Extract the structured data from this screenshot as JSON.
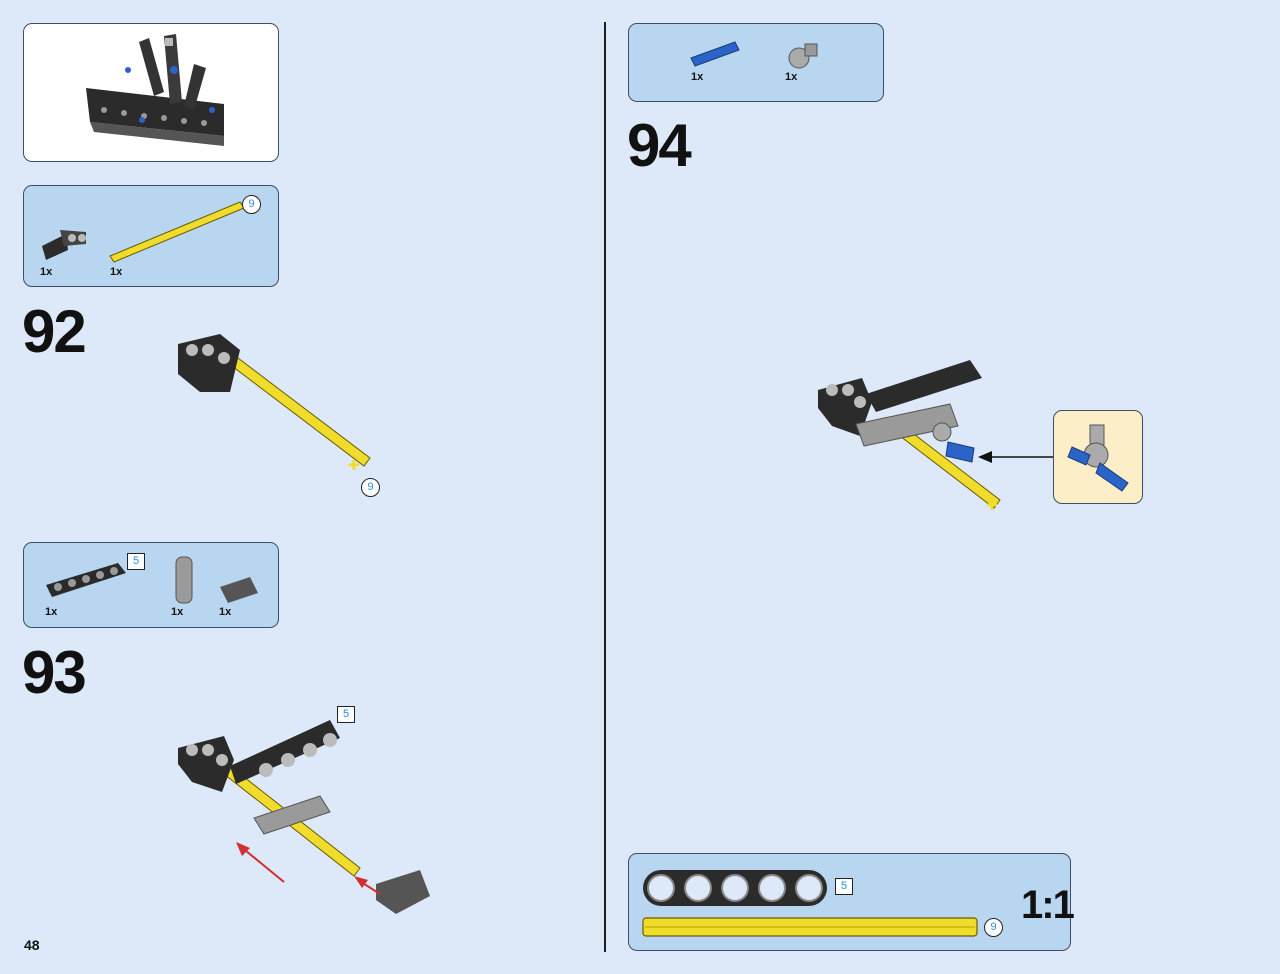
{
  "page": {
    "number": "48"
  },
  "steps": {
    "s92": {
      "number": "92",
      "parts": [
        {
          "qty": "1x"
        },
        {
          "qty": "1x"
        }
      ],
      "axle_length": "9",
      "model_axle_length": "9"
    },
    "s93": {
      "number": "93",
      "parts": [
        {
          "qty": "1x",
          "length": "5"
        },
        {
          "qty": "1x"
        },
        {
          "qty": "1x"
        }
      ],
      "model_beam_length": "5"
    },
    "s94": {
      "number": "94",
      "parts": [
        {
          "qty": "1x"
        },
        {
          "qty": "1x"
        }
      ]
    }
  },
  "scale_panel": {
    "ratio": "1:1",
    "beam_length": "5",
    "axle_length": "9"
  },
  "colors": {
    "background": "#dde9f8",
    "panel": "#b9d6f0",
    "callout": "#fcefc8",
    "axle": "#f0dc2a",
    "beam": "#2b2b2b",
    "pin_blue": "#2b64c8",
    "arrow_red": "#d03030"
  }
}
